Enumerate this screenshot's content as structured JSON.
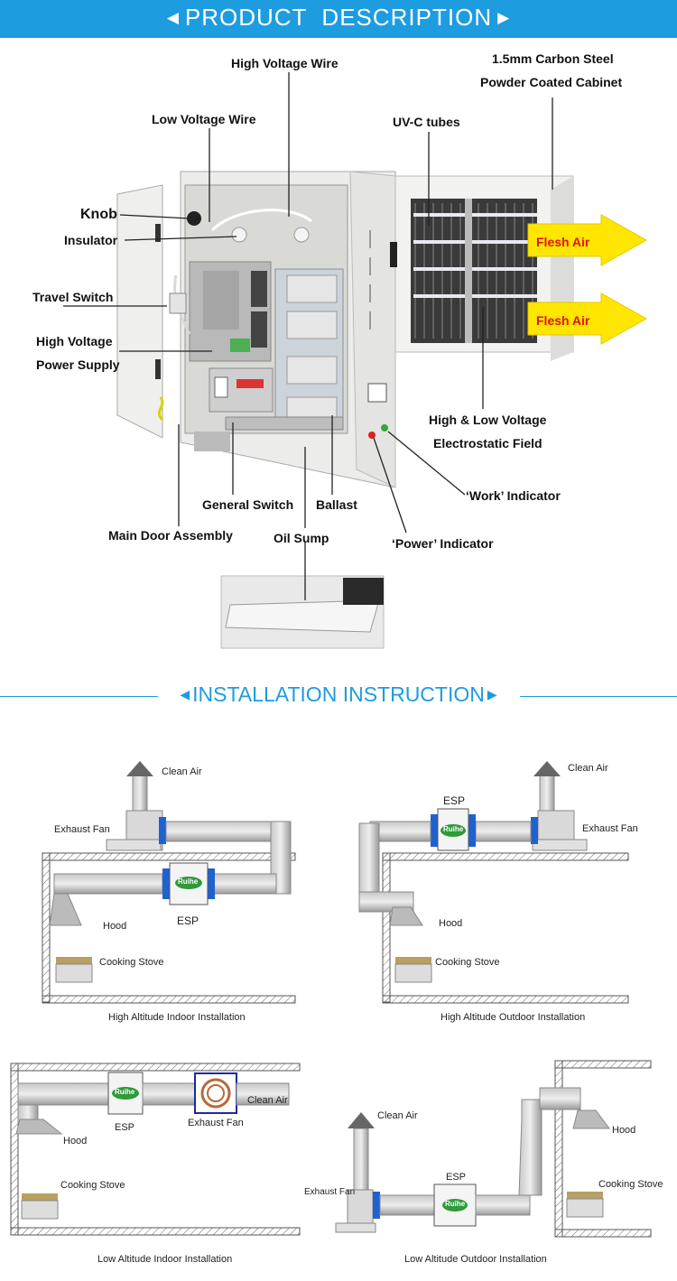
{
  "header": {
    "title": "PRODUCT  DESCRIPTION"
  },
  "product_labels": {
    "high_voltage_wire": "High Voltage Wire",
    "cabinet_line1": "1.5mm Carbon Steel",
    "cabinet_line2": "Powder Coated Cabinet",
    "low_voltage_wire": "Low Voltage Wire",
    "uvc_tubes": "UV-C tubes",
    "knob": "Knob",
    "insulator": "Insulator",
    "flesh_air_1": "Flesh Air",
    "flesh_air_2": "Flesh Air",
    "travel_switch": "Travel Switch",
    "hv_supply_line1": "High Voltage",
    "hv_supply_line2": "Power Supply",
    "field_line1": "High & Low Voltage",
    "field_line2": "Electrostatic Field",
    "work_indicator": "‘Work’ Indicator",
    "general_switch": "General Switch",
    "ballast": "Ballast",
    "main_door": "Main Door Assembly",
    "oil_sump": "Oil Sump",
    "power_indicator": "‘Power’ Indicator"
  },
  "installation": {
    "title": "INSTALLATION INSTRUCTION",
    "brand": "Ruihe",
    "d1": {
      "clean_air": "Clean Air",
      "exhaust_fan": "Exhaust Fan",
      "hood": "Hood",
      "esp": "ESP",
      "cooking_stove": "Cooking Stove",
      "caption": "High Altitude Indoor Installation"
    },
    "d2": {
      "clean_air": "Clean Air",
      "esp": "ESP",
      "exhaust_fan": "Exhaust Fan",
      "hood": "Hood",
      "cooking_stove": "Cooking Stove",
      "caption": "High Altitude Outdoor Installation"
    },
    "d3": {
      "clean_air": "Clean Air",
      "esp": "ESP",
      "exhaust_fan": "Exhaust Fan",
      "hood": "Hood",
      "cooking_stove": "Cooking Stove",
      "caption": "Low Altitude Indoor Installation"
    },
    "d4": {
      "clean_air": "Clean Air",
      "esp": "ESP",
      "exhaust_fan": "Exhaust Fan",
      "hood": "Hood",
      "cooking_stove": "Cooking Stove",
      "caption": "Low Altitude Outdoor Installation"
    }
  },
  "colors": {
    "accent": "#1e9ce0",
    "arrow_yellow": "#ffe600",
    "arrow_text": "#e01010",
    "brand_green": "#2f9a3a"
  }
}
